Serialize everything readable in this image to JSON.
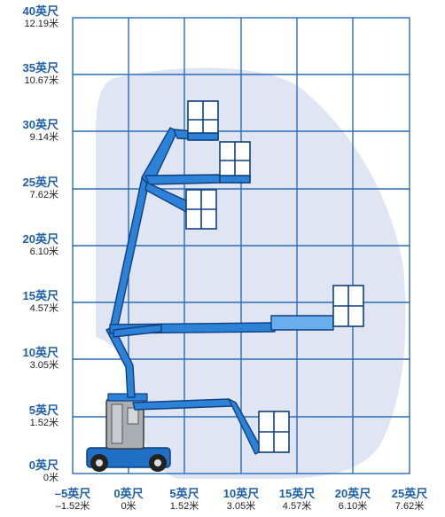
{
  "colors": {
    "grid": "#2a6cb8",
    "envelope": "#dfe5f3",
    "boom": "#2c82d6",
    "boom_dark": "#1a5fb0",
    "chassis": "#9aa0a6",
    "label_blue": "#1f5fa8"
  },
  "y_axis": {
    "ticks": [
      {
        "ft": "40英尺",
        "m": "12.19米"
      },
      {
        "ft": "35英尺",
        "m": "10.67米"
      },
      {
        "ft": "30英尺",
        "m": "9.14米"
      },
      {
        "ft": "25英尺",
        "m": "7.62米"
      },
      {
        "ft": "20英尺",
        "m": "6.10米"
      },
      {
        "ft": "15英尺",
        "m": "4.57米"
      },
      {
        "ft": "10英尺",
        "m": "3.05米"
      },
      {
        "ft": "5英尺",
        "m": "1.52米"
      },
      {
        "ft": "0英尺",
        "m": "0米"
      }
    ]
  },
  "x_axis": {
    "ticks": [
      {
        "ft": "–5英尺",
        "m": "–1.52米"
      },
      {
        "ft": "0英尺",
        "m": "0米"
      },
      {
        "ft": "5英尺",
        "m": "1.52米"
      },
      {
        "ft": "10英尺",
        "m": "3.05米"
      },
      {
        "ft": "15英尺",
        "m": "4.57米"
      },
      {
        "ft": "20英尺",
        "m": "6.10米"
      },
      {
        "ft": "25英尺",
        "m": "7.62米"
      }
    ]
  }
}
